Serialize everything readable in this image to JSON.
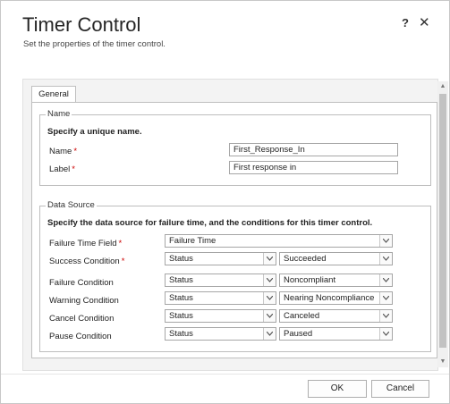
{
  "dialog": {
    "title": "Timer Control",
    "subtitle": "Set the properties of the timer control.",
    "help_label": "?",
    "close_label": "✕"
  },
  "tabs": [
    {
      "label": "General"
    }
  ],
  "name_group": {
    "legend": "Name",
    "description": "Specify a unique name.",
    "fields": [
      {
        "label": "Name",
        "value": "First_Response_In"
      },
      {
        "label": "Label",
        "value": "First response in"
      }
    ]
  },
  "data_source": {
    "legend": "Data Source",
    "description": "Specify the data source for failure time, and the conditions for this timer control.",
    "failure_time_field": {
      "label": "Failure Time Field",
      "value": "Failure Time"
    },
    "conditions": [
      {
        "label": "Success Condition",
        "field": "Status",
        "value": "Succeeded",
        "required": true
      },
      {
        "label": "Failure Condition",
        "field": "Status",
        "value": "Noncompliant",
        "required": false
      },
      {
        "label": "Warning Condition",
        "field": "Status",
        "value": "Nearing Noncompliance",
        "required": false
      },
      {
        "label": "Cancel Condition",
        "field": "Status",
        "value": "Canceled",
        "required": false
      },
      {
        "label": "Pause Condition",
        "field": "Status",
        "value": "Paused",
        "required": false
      }
    ]
  },
  "buttons": {
    "ok": "OK",
    "cancel": "Cancel"
  },
  "required_marker": "*",
  "icons": {
    "dropdown": "chevron-down-icon",
    "scroll_up": "scroll-up-arrow-icon",
    "scroll_down": "scroll-down-arrow-icon"
  },
  "colors": {
    "required": "#cc0000",
    "border": "#a6a6a6"
  }
}
